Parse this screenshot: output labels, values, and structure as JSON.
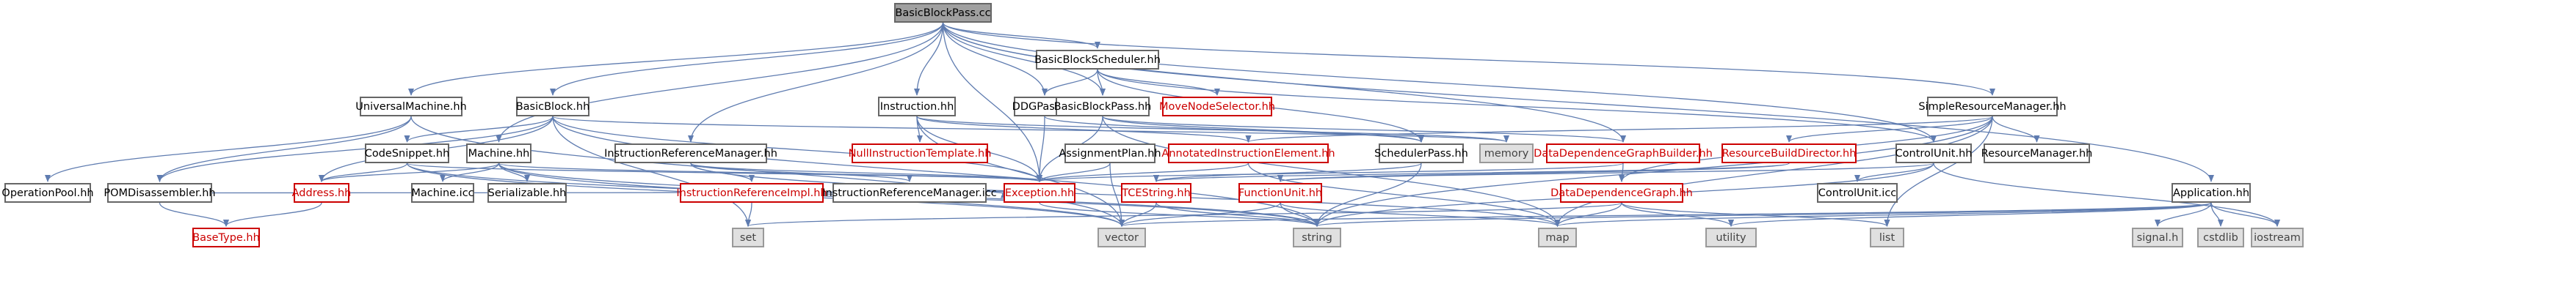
{
  "diagram": {
    "title_node": "BasicBlockPass.cc",
    "colors": {
      "edge": "#5f7cb0",
      "node_border": "#666666",
      "missing_border": "#cc0000",
      "system_fill": "#e0e0e0",
      "root_fill": "#a0a0a0"
    },
    "nodes": [
      {
        "id": "root",
        "label": "BasicBlockPass.cc",
        "style": "root"
      },
      {
        "id": "bbscheduler",
        "label": "BasicBlockScheduler.hh",
        "style": "normal"
      },
      {
        "id": "universalmachine",
        "label": "UniversalMachine.hh",
        "style": "normal"
      },
      {
        "id": "basicblock",
        "label": "BasicBlock.hh",
        "style": "normal"
      },
      {
        "id": "instruction",
        "label": "Instruction.hh",
        "style": "normal"
      },
      {
        "id": "ddgpass",
        "label": "DDGPass.hh",
        "style": "normal"
      },
      {
        "id": "bbpass",
        "label": "BasicBlockPass.hh",
        "style": "normal"
      },
      {
        "id": "movenodeselector",
        "label": "MoveNodeSelector.hh",
        "style": "missing"
      },
      {
        "id": "simpleresmgr",
        "label": "SimpleResourceManager.hh",
        "style": "normal"
      },
      {
        "id": "operationpool",
        "label": "OperationPool.hh",
        "style": "normal"
      },
      {
        "id": "pomdisassembler",
        "label": "POMDisassembler.hh",
        "style": "normal"
      },
      {
        "id": "codesnippet",
        "label": "CodeSnippet.hh",
        "style": "normal"
      },
      {
        "id": "machine",
        "label": "Machine.hh",
        "style": "normal"
      },
      {
        "id": "instrrefmgr",
        "label": "InstructionReferenceManager.hh",
        "style": "normal"
      },
      {
        "id": "nullinstrtemplate",
        "label": "NullInstructionTemplate.hh",
        "style": "missing"
      },
      {
        "id": "assignmentplan",
        "label": "AssignmentPlan.hh",
        "style": "normal"
      },
      {
        "id": "annotatedinstr",
        "label": "AnnotatedInstructionElement.hh",
        "style": "missing"
      },
      {
        "id": "schedulerpass",
        "label": "SchedulerPass.hh",
        "style": "normal"
      },
      {
        "id": "memory",
        "label": "memory",
        "style": "system"
      },
      {
        "id": "ddgbuilder",
        "label": "DataDependenceGraphBuilder.hh",
        "style": "missing"
      },
      {
        "id": "resbuilddirector",
        "label": "ResourceBuildDirector.hh",
        "style": "missing"
      },
      {
        "id": "controlunit",
        "label": "ControlUnit.hh",
        "style": "normal"
      },
      {
        "id": "resourcemanager",
        "label": "ResourceManager.hh",
        "style": "normal"
      },
      {
        "id": "address",
        "label": "Address.hh",
        "style": "missing"
      },
      {
        "id": "machineicc",
        "label": "Machine.icc",
        "style": "normal"
      },
      {
        "id": "serializable",
        "label": "Serializable.hh",
        "style": "normal"
      },
      {
        "id": "instrrefimpl",
        "label": "InstructionReferenceImpl.hh",
        "style": "missing"
      },
      {
        "id": "instrrefmgricc",
        "label": "InstructionReferenceManager.icc",
        "style": "normal"
      },
      {
        "id": "exception",
        "label": "Exception.hh",
        "style": "missing"
      },
      {
        "id": "tcestring",
        "label": "TCEString.hh",
        "style": "missing"
      },
      {
        "id": "functionunit",
        "label": "FunctionUnit.hh",
        "style": "missing"
      },
      {
        "id": "ddg",
        "label": "DataDependenceGraph.hh",
        "style": "missing"
      },
      {
        "id": "controluniticc",
        "label": "ControlUnit.icc",
        "style": "normal"
      },
      {
        "id": "application",
        "label": "Application.hh",
        "style": "normal"
      },
      {
        "id": "basetype",
        "label": "BaseType.hh",
        "style": "missing"
      },
      {
        "id": "set",
        "label": "set",
        "style": "system"
      },
      {
        "id": "vector",
        "label": "vector",
        "style": "system"
      },
      {
        "id": "string",
        "label": "string",
        "style": "system"
      },
      {
        "id": "map",
        "label": "map",
        "style": "system"
      },
      {
        "id": "utility",
        "label": "utility",
        "style": "system"
      },
      {
        "id": "list",
        "label": "list",
        "style": "system"
      },
      {
        "id": "signal",
        "label": "signal.h",
        "style": "system"
      },
      {
        "id": "cstdlib",
        "label": "cstdlib",
        "style": "system"
      },
      {
        "id": "iostream",
        "label": "iostream",
        "style": "system"
      }
    ],
    "edges": [
      [
        "root",
        "bbscheduler"
      ],
      [
        "root",
        "universalmachine"
      ],
      [
        "root",
        "basicblock"
      ],
      [
        "root",
        "instruction"
      ],
      [
        "root",
        "ddgpass"
      ],
      [
        "root",
        "bbpass"
      ],
      [
        "root",
        "machine"
      ],
      [
        "root",
        "instrrefmgr"
      ],
      [
        "root",
        "exception"
      ],
      [
        "root",
        "ddgbuilder"
      ],
      [
        "root",
        "simpleresmgr"
      ],
      [
        "root",
        "application"
      ],
      [
        "root",
        "controlunit"
      ],
      [
        "bbscheduler",
        "ddgpass"
      ],
      [
        "bbscheduler",
        "bbpass"
      ],
      [
        "bbscheduler",
        "movenodeselector"
      ],
      [
        "bbscheduler",
        "controlunit"
      ],
      [
        "bbscheduler",
        "schedulerpass"
      ],
      [
        "universalmachine",
        "operationpool"
      ],
      [
        "universalmachine",
        "pomdisassembler"
      ],
      [
        "universalmachine",
        "vector"
      ],
      [
        "basicblock",
        "codesnippet"
      ],
      [
        "basicblock",
        "pomdisassembler"
      ],
      [
        "basicblock",
        "address"
      ],
      [
        "basicblock",
        "exception"
      ],
      [
        "basicblock",
        "memory"
      ],
      [
        "basicblock",
        "set"
      ],
      [
        "basicblock",
        "string"
      ],
      [
        "instruction",
        "nullinstrtemplate"
      ],
      [
        "instruction",
        "annotatedinstr"
      ],
      [
        "instruction",
        "exception"
      ],
      [
        "instruction",
        "vector"
      ],
      [
        "instruction",
        "memory"
      ],
      [
        "ddgpass",
        "exception"
      ],
      [
        "ddgpass",
        "schedulerpass"
      ],
      [
        "bbpass",
        "schedulerpass"
      ],
      [
        "bbpass",
        "exception"
      ],
      [
        "bbpass",
        "ddgbuilder"
      ],
      [
        "bbpass",
        "map"
      ],
      [
        "simpleresmgr",
        "resbuilddirector"
      ],
      [
        "simpleresmgr",
        "resourcemanager"
      ],
      [
        "simpleresmgr",
        "annotatedinstr"
      ],
      [
        "simpleresmgr",
        "ddg"
      ],
      [
        "simpleresmgr",
        "list"
      ],
      [
        "simpleresmgr",
        "string"
      ],
      [
        "simpleresmgr",
        "map"
      ],
      [
        "pomdisassembler",
        "basetype"
      ],
      [
        "pomdisassembler",
        "exception"
      ],
      [
        "codesnippet",
        "address"
      ],
      [
        "codesnippet",
        "exception"
      ],
      [
        "codesnippet",
        "vector"
      ],
      [
        "codesnippet",
        "string"
      ],
      [
        "machine",
        "machineicc"
      ],
      [
        "machine",
        "serializable"
      ],
      [
        "machine",
        "exception"
      ],
      [
        "machine",
        "vector"
      ],
      [
        "machine",
        "string"
      ],
      [
        "machine",
        "address"
      ],
      [
        "instrrefmgr",
        "instrrefimpl"
      ],
      [
        "instrrefmgr",
        "instrrefmgricc"
      ],
      [
        "instrrefmgr",
        "exception"
      ],
      [
        "instrrefmgr",
        "map"
      ],
      [
        "assignmentplan",
        "exception"
      ],
      [
        "assignmentplan",
        "vector"
      ],
      [
        "annotatedinstr",
        "exception"
      ],
      [
        "annotatedinstr",
        "map"
      ],
      [
        "schedulerpass",
        "string"
      ],
      [
        "schedulerpass",
        "tcestring"
      ],
      [
        "ddgbuilder",
        "ddg"
      ],
      [
        "ddgbuilder",
        "exception"
      ],
      [
        "resbuilddirector",
        "functionunit"
      ],
      [
        "resbuilddirector",
        "tcestring"
      ],
      [
        "controlunit",
        "controluniticc"
      ],
      [
        "controlunit",
        "functionunit"
      ],
      [
        "controlunit",
        "string"
      ],
      [
        "controlunit",
        "iostream"
      ],
      [
        "address",
        "basetype"
      ],
      [
        "instrrefimpl",
        "set"
      ],
      [
        "exception",
        "string"
      ],
      [
        "tcestring",
        "vector"
      ],
      [
        "tcestring",
        "string"
      ],
      [
        "functionunit",
        "vector"
      ],
      [
        "functionunit",
        "string"
      ],
      [
        "functionunit",
        "map"
      ],
      [
        "ddg",
        "map"
      ],
      [
        "ddg",
        "list"
      ],
      [
        "ddg",
        "utility"
      ],
      [
        "ddg",
        "set"
      ],
      [
        "application",
        "signal"
      ],
      [
        "application",
        "cstdlib"
      ],
      [
        "application",
        "iostream"
      ],
      [
        "application",
        "string"
      ],
      [
        "application",
        "vector"
      ],
      [
        "application",
        "map"
      ],
      [
        "application",
        "utility"
      ]
    ]
  }
}
